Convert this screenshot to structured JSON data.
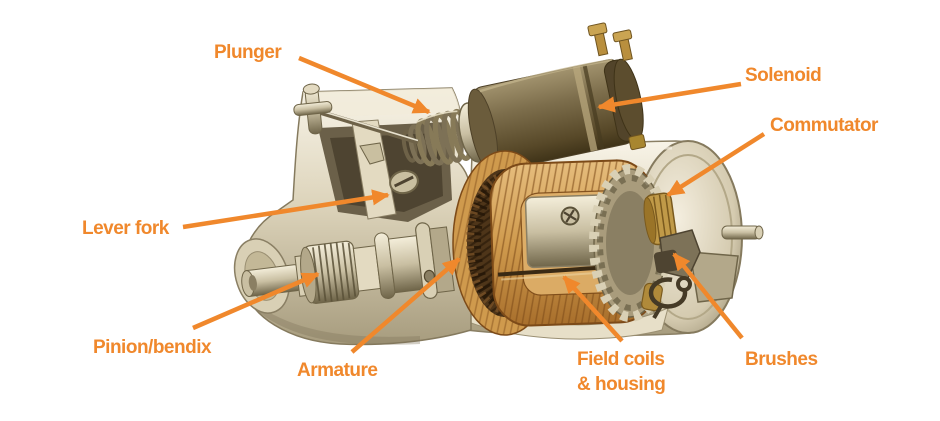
{
  "figure": {
    "subject": "Starter motor cutaway diagram",
    "accent_color": "#F0882C",
    "background_color": "#FFFFFF"
  },
  "labels": {
    "plunger": "Plunger",
    "solenoid": "Solenoid",
    "commutator": "Commutator",
    "lever_fork": "Lever fork",
    "pinion_bendix": "Pinion/bendix",
    "armature": "Armature",
    "field_coils_line1": "Field coils",
    "field_coils_line2": "& housing",
    "brushes": "Brushes"
  }
}
